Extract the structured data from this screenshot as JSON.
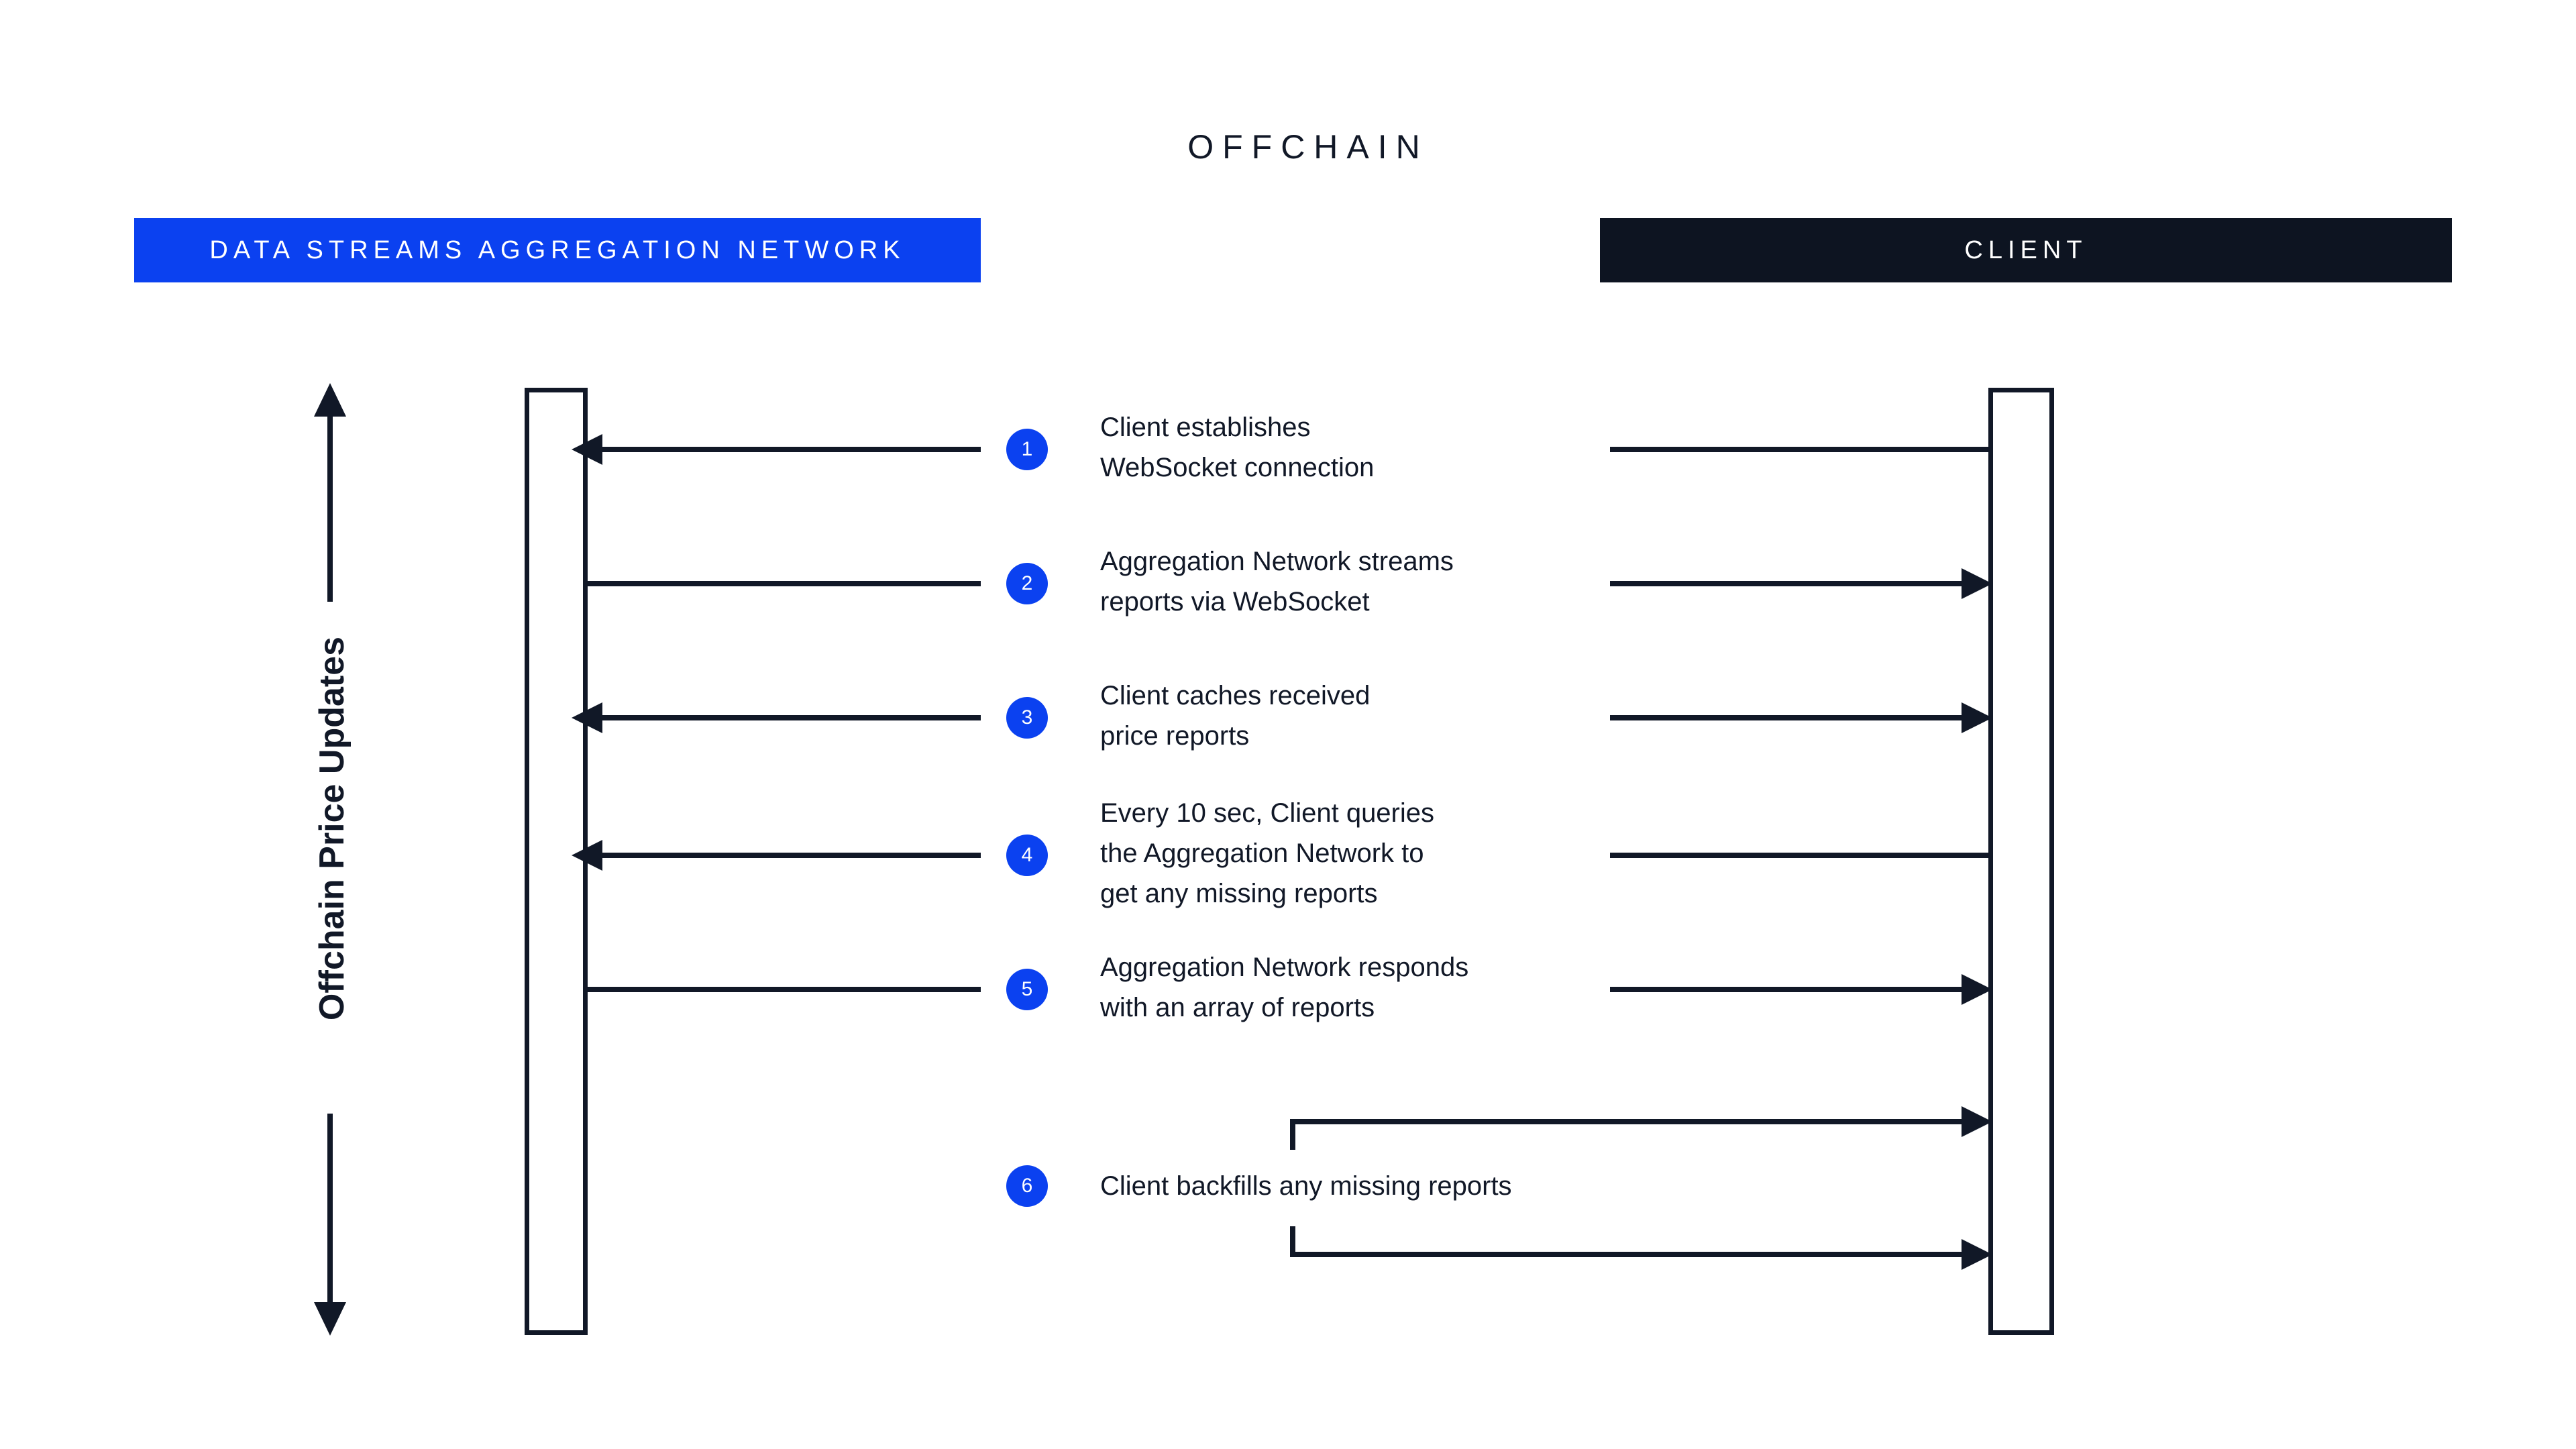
{
  "diagram": {
    "section_title": "OFFCHAIN",
    "axis_label": "Offchain Price Updates",
    "colors": {
      "accent_blue": "#0b41f0",
      "ink": "#111827",
      "client_bar": "#0d1421",
      "background": "#ffffff"
    },
    "actors": [
      {
        "id": "network",
        "label": "DATA STREAMS AGGREGATION NETWORK",
        "bar_color": "#0b41f0"
      },
      {
        "id": "client",
        "label": "CLIENT",
        "bar_color": "#0d1421"
      }
    ],
    "steps": [
      {
        "number": "1",
        "text": "Client establishes\nWebSocket connection"
      },
      {
        "number": "2",
        "text": "Aggregation Network streams\nreports via WebSocket"
      },
      {
        "number": "3",
        "text": "Client caches received\nprice reports"
      },
      {
        "number": "4",
        "text": "Every 10 sec, Client queries\nthe Aggregation Network to\nget any missing reports"
      },
      {
        "number": "5",
        "text": "Aggregation Network responds\nwith an array of reports"
      },
      {
        "number": "6",
        "text": "Client backfills any missing reports"
      }
    ]
  }
}
